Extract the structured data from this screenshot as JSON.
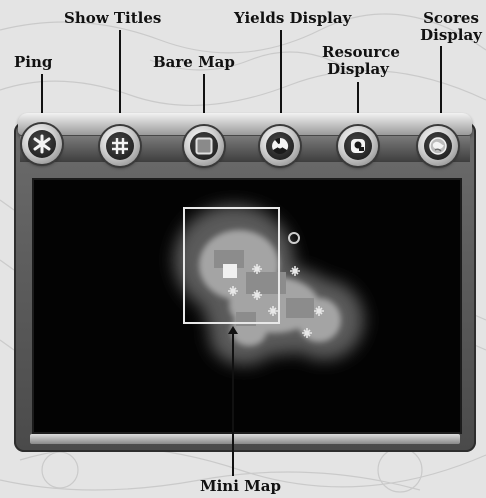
{
  "callouts": {
    "ping": "Ping",
    "show_titles": "Show Titles",
    "bare_map": "Bare Map",
    "yields_display": "Yields Display",
    "resource_display_line1": "Resource",
    "resource_display_line2": "Display",
    "scores_display_line1": "Scores",
    "scores_display_line2": "Display",
    "mini_map": "Mini Map"
  },
  "toolbar": {
    "buttons": [
      {
        "id": "ping",
        "icon": "ping-icon"
      },
      {
        "id": "show-titles",
        "icon": "grid-icon"
      },
      {
        "id": "bare-map",
        "icon": "square-icon"
      },
      {
        "id": "yields-display",
        "icon": "yields-icon"
      },
      {
        "id": "resource-display",
        "icon": "resource-icon"
      },
      {
        "id": "scores-display",
        "icon": "scores-icon"
      }
    ]
  },
  "colors": {
    "map_background": "#030303",
    "panel": "#555555",
    "frame": "#e8e8e8"
  }
}
